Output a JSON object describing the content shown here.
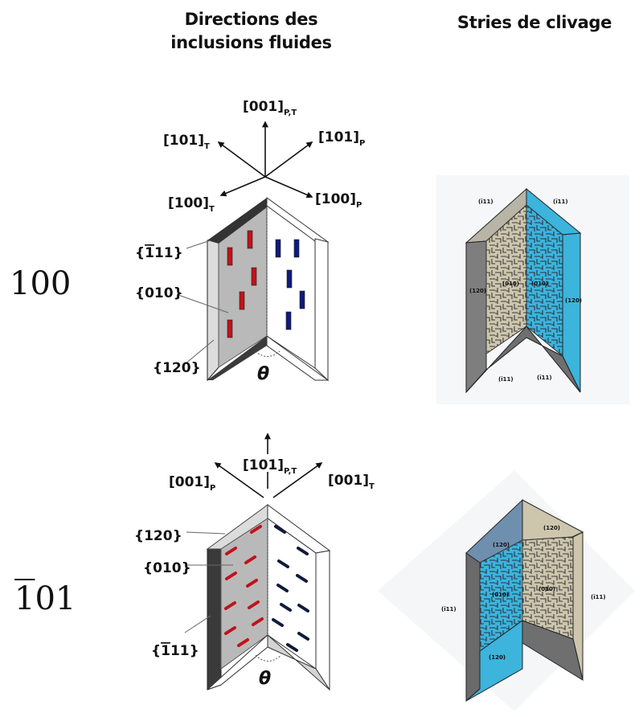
{
  "headers": {
    "col1_line1": "Directions des",
    "col1_line2": "inclusions fluides",
    "col2": "Stries de clivage"
  },
  "rows": [
    {
      "label": "100",
      "label_overline": "",
      "directions": [
        {
          "base": "[001]",
          "sub": "P,T"
        },
        {
          "base": "[101]",
          "sub": "T"
        },
        {
          "base": "[101]",
          "sub": "P"
        },
        {
          "base": "[100]",
          "sub": "T"
        },
        {
          "base": "[100]",
          "sub": "P"
        }
      ],
      "faces": [
        {
          "base": "{",
          "bar": "1",
          "rest": "11}"
        },
        {
          "base": "{010}",
          "bar": "",
          "rest": ""
        },
        {
          "base": "{120}",
          "bar": "",
          "rest": ""
        }
      ],
      "angle": "θ",
      "inclusion_colors": {
        "left": "#c0121a",
        "right": "#101a7a"
      },
      "cleavage_labels": [
        "(ī11)",
        "(ī11)",
        "(010)",
        "(010)",
        "(120)",
        "(120)",
        "(ī11)",
        "(ī11)"
      ]
    },
    {
      "label": "01",
      "label_overline": "1",
      "directions": [
        {
          "base": "[101]",
          "sub": "P,T"
        },
        {
          "base": "[001]",
          "sub": "P"
        },
        {
          "base": "[001]",
          "sub": "T"
        }
      ],
      "faces": [
        {
          "base": "{120}",
          "bar": "",
          "rest": ""
        },
        {
          "base": "{010}",
          "bar": "",
          "rest": ""
        },
        {
          "base": "{",
          "bar": "1",
          "rest": "11}"
        }
      ],
      "angle": "θ",
      "inclusion_colors": {
        "left": "#c0121a",
        "right": "#101a3a"
      },
      "cleavage_labels": [
        "(120)",
        "(120)",
        "(010)",
        "(010)",
        "(ī11)",
        "(ī11)",
        "(120)"
      ]
    }
  ],
  "colors": {
    "crystal_gray": "#b9b9b9",
    "crystal_dark": "#3a3a3a",
    "cleavage_blue": "#3cb4dc",
    "cleavage_tan": "#cdc6ad",
    "cleavage_gray": "#7e7e7e"
  }
}
